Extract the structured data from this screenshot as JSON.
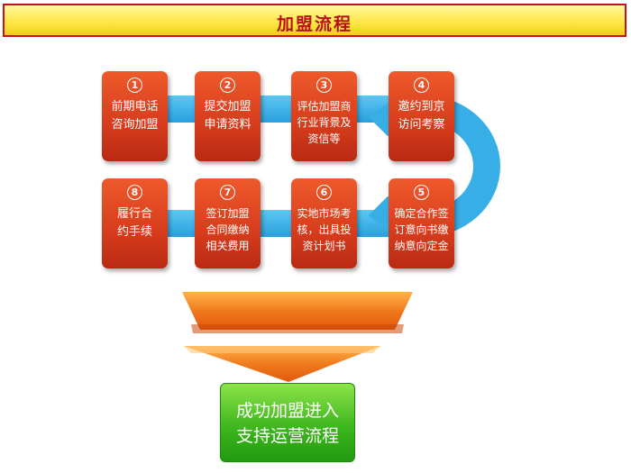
{
  "header": {
    "title": "加盟流程"
  },
  "steps": [
    {
      "num": "1",
      "text": "前期电话\n咨询加盟"
    },
    {
      "num": "2",
      "text": "提交加盟\n申请资料"
    },
    {
      "num": "3",
      "text": "评估加盟商\n行业背景及\n资信等"
    },
    {
      "num": "4",
      "text": "邀约到京\n访问考察"
    },
    {
      "num": "5",
      "text": "确定合作签\n订意向书缴\n纳意向定金"
    },
    {
      "num": "6",
      "text": "实地市场考\n核，出具投\n资计划书"
    },
    {
      "num": "7",
      "text": "签订加盟\n合同缴纳\n相关费用"
    },
    {
      "num": "8",
      "text": "履行合\n约手续"
    }
  ],
  "final": {
    "text": "成功加盟进入\n支持运营流程"
  },
  "colors": {
    "accent": "#c8101a",
    "step": "#d63c1c",
    "band": "#38aee6",
    "final": "#3fb71e"
  }
}
